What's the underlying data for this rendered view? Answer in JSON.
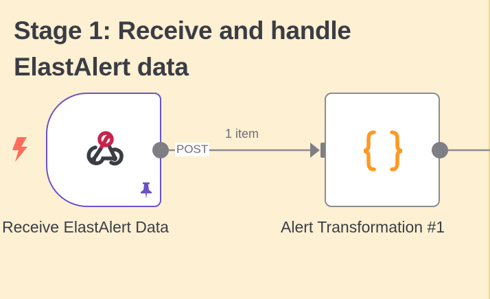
{
  "sticky": {
    "title": "Stage 1: Receive and handle ElastAlert data"
  },
  "nodes": {
    "webhook": {
      "label": "Receive ElastAlert Data",
      "icon": "webhook-icon",
      "pinned_icon": "pin-icon",
      "trigger_icon": "lightning-bolt-icon"
    },
    "code": {
      "label": "Alert Transformation #1",
      "icon": "code-braces-icon",
      "braces": "{ }"
    }
  },
  "connection": {
    "output_label": "POST",
    "items_label": "1 item"
  },
  "colors": {
    "sticky_bg": "#fdf0d3",
    "trigger_border": "#6b52c9",
    "node_border": "#8b8b8f",
    "handle": "#7e7e85",
    "webhook_red": "#c7244d",
    "code_orange": "#ff9922",
    "bolt": "#ff6d5a"
  }
}
